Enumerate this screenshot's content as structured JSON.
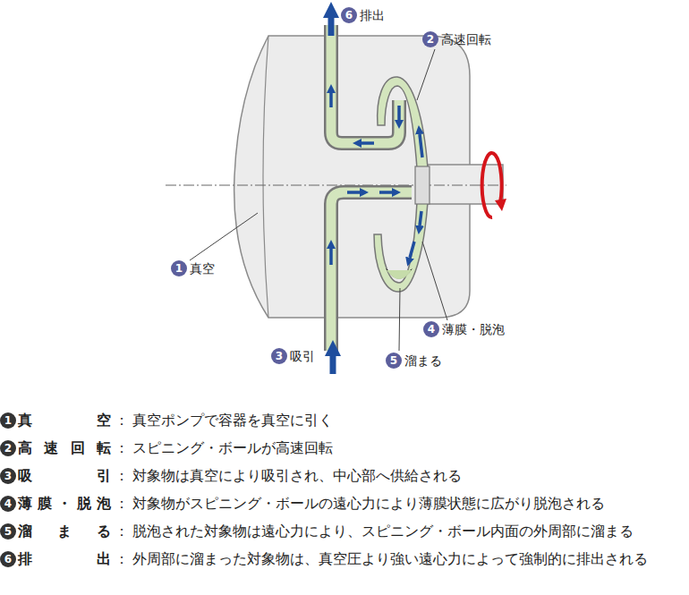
{
  "diagram": {
    "labels": [
      "6",
      "排出",
      "2",
      "高速回転",
      "1",
      "真空",
      "4",
      "薄膜・脱泡",
      "3",
      "吸引",
      "5",
      "溜まる",
      "1",
      "真空",
      "：",
      "真空ポンプで容器を真空に引く",
      "2",
      "高速回転",
      "：",
      "スピニング・ボールが高速回転",
      "3",
      "吸引",
      "：",
      "対象物は真空により吸引され、中心部へ供給される",
      "4",
      "薄膜・脱泡",
      "：",
      "対象物がスピニング・ボールの遠心力により薄膜状態に広がり脱泡される",
      "5",
      "溜まる",
      "：",
      "脱泡された対象物は遠心力により、スピニング・ボール内面の外周部に溜まる",
      "6",
      "排出",
      "：",
      "外周部に溜まった対象物は、真空圧より強い遠心力によって強制的に排出される"
    ]
  }
}
